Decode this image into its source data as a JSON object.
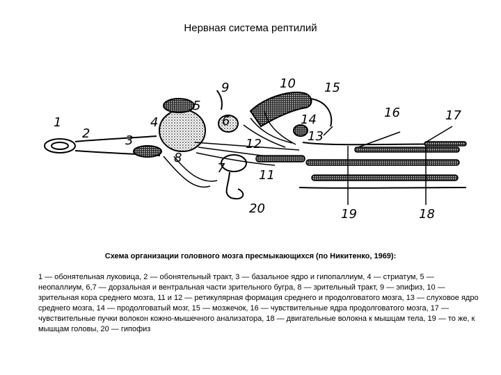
{
  "page": {
    "title": "Нервная система рептилий"
  },
  "figure": {
    "labels": [
      "1",
      "2",
      "3",
      "4",
      "5",
      "6",
      "7",
      "8",
      "9",
      "10",
      "11",
      "12",
      "13",
      "14",
      "15",
      "16",
      "17",
      "18",
      "19",
      "20"
    ],
    "caption_title": "Схема организации головного мозга пресмыкающихся (по Никитенко, 1969):",
    "caption_body": "1 — обонятельная луковица, 2 — обонятельный тракт, 3 — базальное ядро и гипопаллиум, 4 — стриатум, 5 — неопаллиум, 6,7 — дорзальная и вентральная части зрительного бугра, 8 — зрительный тракт, 9 — эпифиз, 10 — зрительная кора среднего мозга, 11 и 12 — ретикулярная формация среднего и продолговатого мозга, 13 — слуховое ядро среднего мозга, 14 — продолговатый мозг, 15 — мозжечок, 16 — чувствительные ядра продолговатого мозга, 17 — чувствительные пучки волокон кожно-мышечного анализатора, 18 — двигательные волокна к мышцам тела, 19 — то же, к мышцам головы, 20 — гипофиз"
  }
}
